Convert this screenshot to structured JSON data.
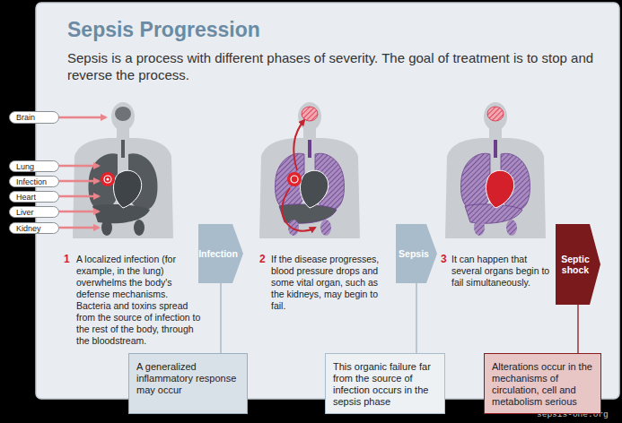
{
  "diagram": {
    "title": "Sepsis Progression",
    "nodes": [
      {
        "text": [
          "Brain"
        ]
      },
      {
        "text": [
          "Lung"
        ]
      },
      {
        "text": [
          "Infection"
        ]
      },
      {
        "text": [
          "Heart"
        ]
      },
      {
        "text": [
          "Liver"
        ]
      },
      {
        "text": [
          "Kidney"
        ]
      },
      {
        "text": [
          "Infection"
        ]
      },
      {
        "text": [
          "Sepsis"
        ]
      },
      {
        "text": [
          "Septic shock"
        ]
      },
      {
        "text": [
          "A generalized inflammatory response may occur"
        ]
      },
      {
        "text": [
          "This organic failure far from the source of infection occurs in the sepsis phase"
        ]
      },
      {
        "text": [
          "Alterations occur in the mechanisms of circulation, cell and metabolism serious"
        ]
      }
    ],
    "edges": [
      {
        "from": 6,
        "to": 9,
        "arrow": "none"
      },
      {
        "from": 7,
        "to": 10,
        "arrow": "none"
      },
      {
        "from": 8,
        "to": 11,
        "arrow": "none"
      }
    ],
    "labels": [
      "Sepsis is a process with different phases of severity. The goal of treatment is to stop and reverse the process.",
      "1",
      "A localized infection (for example, in the lung) overwhelms the body's defense mechanisms. Bacteria and toxins spread from the source of infection to the rest of the body, through the bloodstream.",
      "2",
      "If the disease progresses, blood pressure drops and some vital organ, such as the kidneys, may begin to fail.",
      "3",
      "It can happen that several organs begin to fail simultaneously.",
      "sepsis-one.org"
    ]
  }
}
